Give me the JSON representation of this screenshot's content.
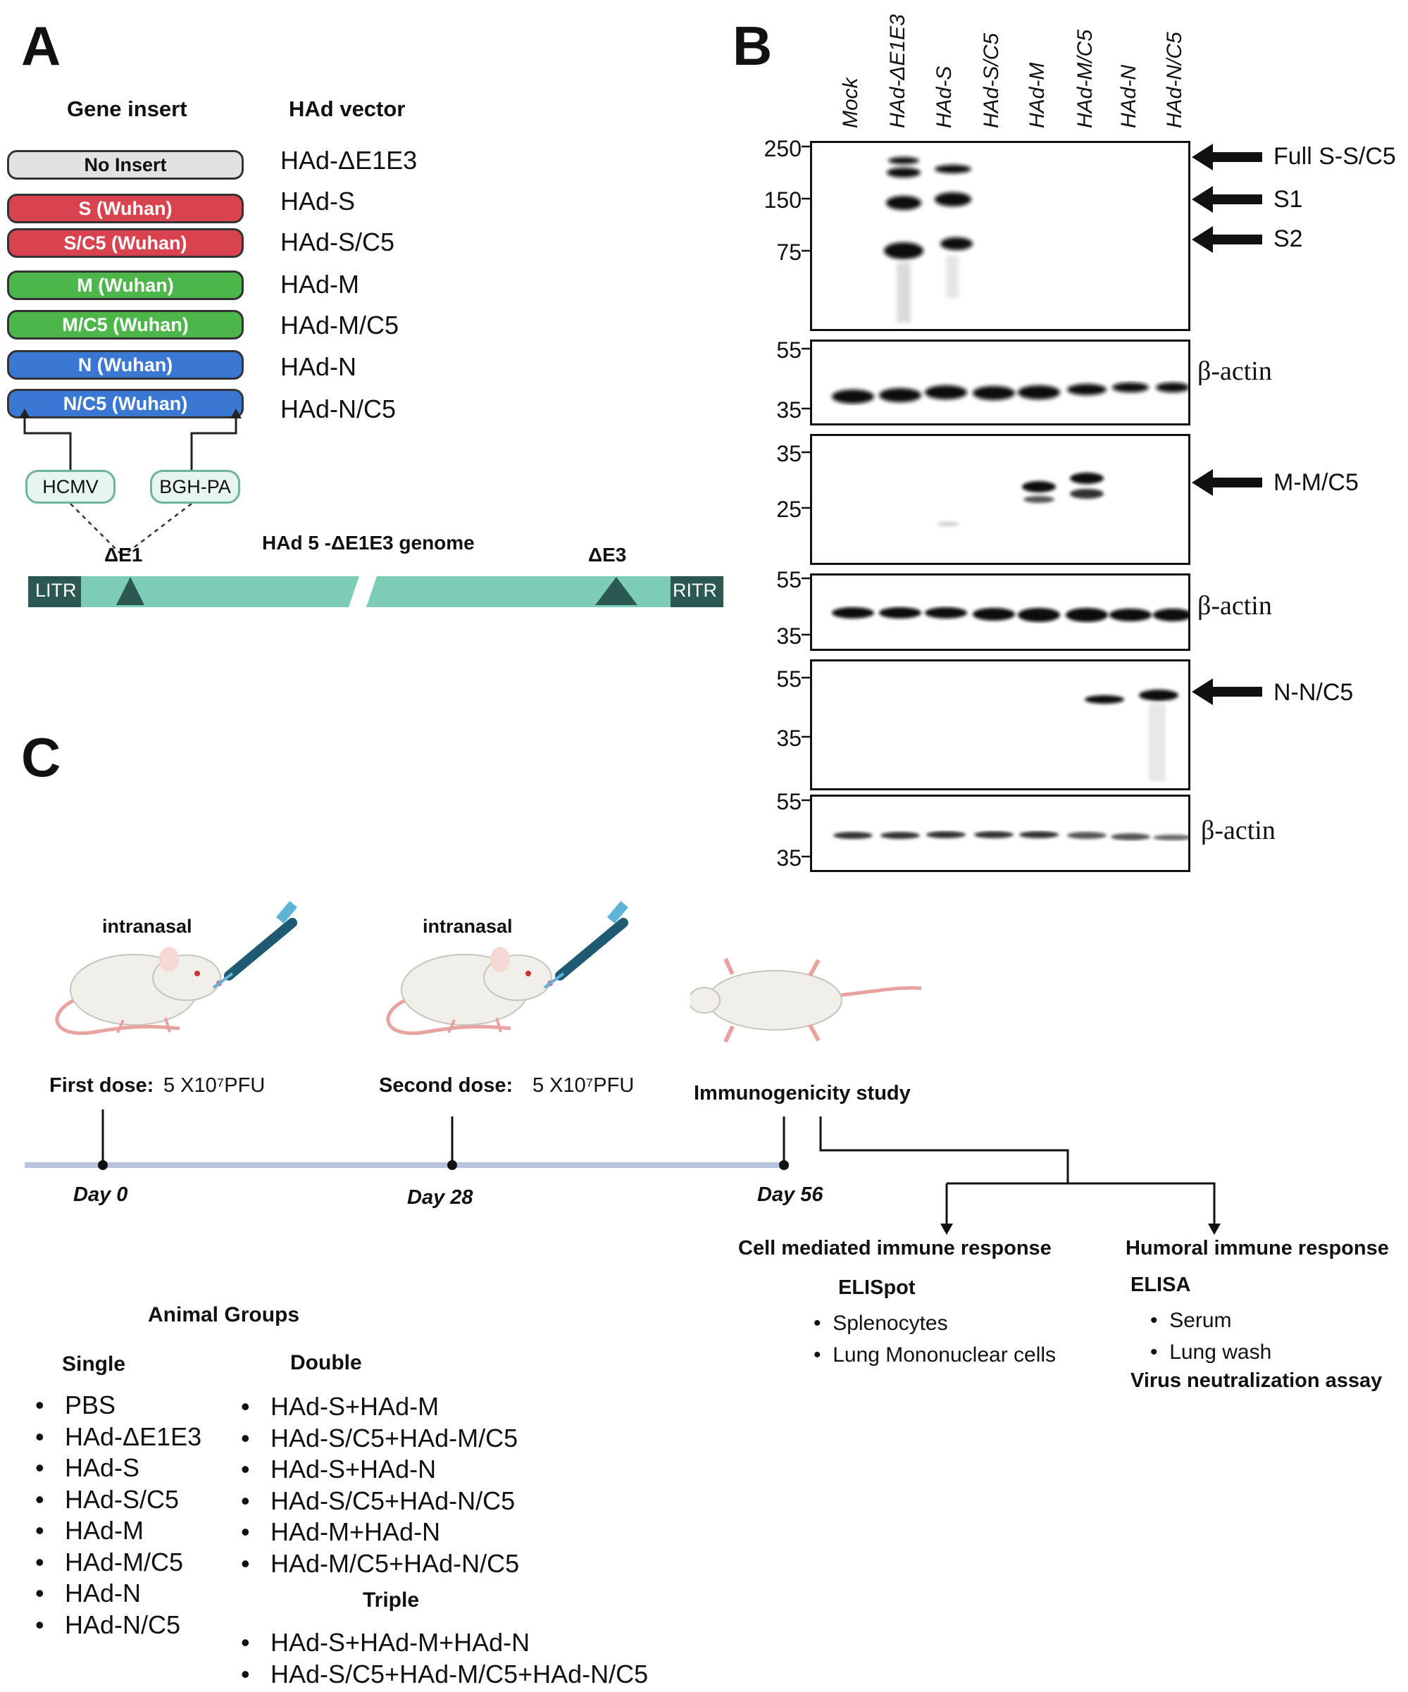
{
  "panels": {
    "a": "A",
    "b": "B",
    "c": "C"
  },
  "panel_a": {
    "gene_insert_header": "Gene insert",
    "vector_header": "HAd vector",
    "inserts": [
      {
        "label": "No Insert",
        "vector": "HAd-ΔE1E3",
        "color": "#e2e2e2",
        "text_color": "#111111"
      },
      {
        "label": "S (Wuhan)",
        "vector": "HAd-S",
        "color": "#d9434f",
        "text_color": "#ffffff"
      },
      {
        "label": "S/C5 (Wuhan)",
        "vector": "HAd-S/C5",
        "color": "#d9434f",
        "text_color": "#ffffff"
      },
      {
        "label": "M (Wuhan)",
        "vector": "HAd-M",
        "color": "#4cb64a",
        "text_color": "#ffffff"
      },
      {
        "label": "M/C5 (Wuhan)",
        "vector": "HAd-M/C5",
        "color": "#4cb64a",
        "text_color": "#ffffff"
      },
      {
        "label": "N (Wuhan)",
        "vector": "HAd-N",
        "color": "#3b78d4",
        "text_color": "#ffffff"
      },
      {
        "label": "N/C5 (Wuhan)",
        "vector": "HAd-N/C5",
        "color": "#3b78d4",
        "text_color": "#ffffff"
      }
    ],
    "promoter": "HCMV",
    "polya": "BGH-PA",
    "genome_title": "HAd 5 -ΔE1E3 genome",
    "delta_e1": "ΔE1",
    "delta_e3": "ΔE3",
    "litr": "LITR",
    "ritr": "RITR"
  },
  "panel_b": {
    "lanes": [
      "Mock",
      "HAd-ΔE1E3",
      "HAd-S",
      "HAd-S/C5",
      "HAd-M",
      "HAd-M/C5",
      "HAd-N",
      "HAd-N/C5"
    ],
    "blot1_markers": [
      "250",
      "150",
      "75"
    ],
    "blot1_labels": [
      "Full S-S/C5",
      "S1",
      "S2"
    ],
    "actin": "β-actin",
    "actin1_markers": [
      "55",
      "35"
    ],
    "blot2_markers": [
      "35",
      "25"
    ],
    "blot2_label": "M-M/C5",
    "actin2_markers": [
      "55",
      "35"
    ],
    "blot3_markers": [
      "55",
      "35"
    ],
    "blot3_label": "N-N/C5",
    "actin3_markers": [
      "55",
      "35"
    ]
  },
  "panel_c": {
    "route1": "intranasal",
    "route2": "intranasal",
    "first_dose_label": "First dose:",
    "first_dose_value": "5 X10⁷PFU",
    "second_dose_label": "Second dose:",
    "second_dose_value": "5 X10⁷PFU",
    "study": "Immunogenicity study",
    "day0": "Day 0",
    "day28": "Day 28",
    "day56": "Day 56",
    "cell_mediated": "Cell mediated immune response",
    "elispot": "ELISpot",
    "elispot_items": [
      "Splenocytes",
      "Lung Mononuclear cells"
    ],
    "humoral": "Humoral immune  response",
    "elisa": "ELISA",
    "elisa_items": [
      "Serum",
      "Lung wash"
    ],
    "vna": "Virus neutralization assay",
    "animal_groups": "Animal Groups",
    "single_header": "Single",
    "single": [
      "PBS",
      "HAd-ΔE1E3",
      "HAd-S",
      "HAd-S/C5",
      "HAd-M",
      "HAd-M/C5",
      "HAd-N",
      "HAd-N/C5"
    ],
    "double_header": "Double",
    "double": [
      "HAd-S+HAd-M",
      "HAd-S/C5+HAd-M/C5",
      "HAd-S+HAd-N",
      "HAd-S/C5+HAd-N/C5",
      "HAd-M+HAd-N",
      "HAd-M/C5+HAd-N/C5"
    ],
    "triple_header": "Triple",
    "triple": [
      "HAd-S+HAd-M+HAd-N",
      "HAd-S/C5+HAd-M/C5+HAd-N/C5"
    ]
  }
}
